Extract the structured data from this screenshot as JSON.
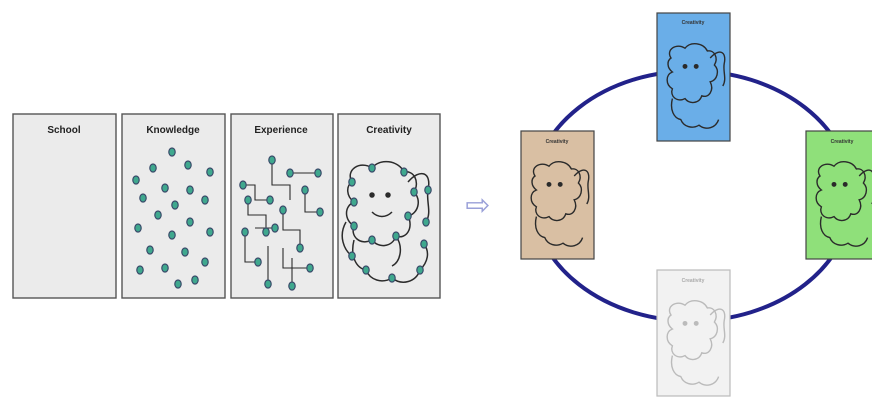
{
  "panels": [
    {
      "title": "School",
      "kind": "empty"
    },
    {
      "title": "Knowledge",
      "kind": "dots"
    },
    {
      "title": "Experience",
      "kind": "network"
    },
    {
      "title": "Creativity",
      "kind": "creature"
    }
  ],
  "arrow": {
    "symbol": "⇨"
  },
  "cycle_cards": [
    {
      "title": "Creativity",
      "color": "#6aaee8",
      "position": "top"
    },
    {
      "title": "Creativity",
      "color": "#8fe07a",
      "position": "right"
    },
    {
      "title": "Creativity",
      "color": "#f2f2f2",
      "position": "bottom"
    },
    {
      "title": "Creativity",
      "color": "#d9bfa3",
      "position": "left"
    }
  ],
  "colors": {
    "panel_fill": "#ebebeb",
    "panel_stroke": "#555555",
    "dot_fill": "#3fa88e",
    "dot_stroke": "#3a4a6a",
    "circle": "#22228a",
    "doodle": "#2b2b2b"
  }
}
